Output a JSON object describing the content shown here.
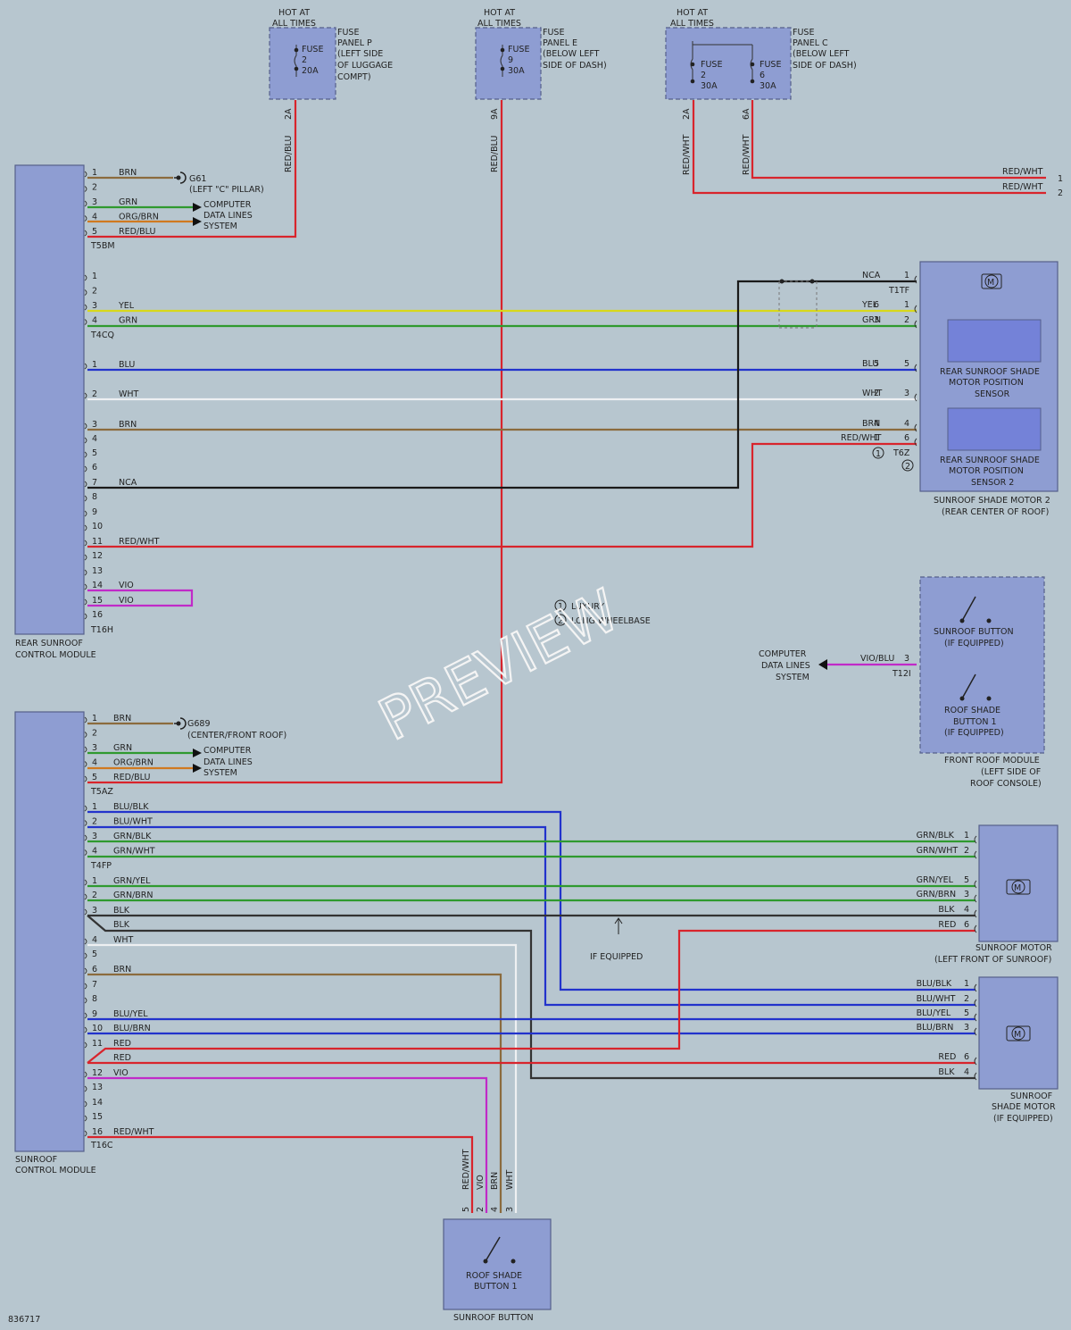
{
  "colors": {
    "background": "#b7c6cf",
    "module_fill": "#8e9dd2",
    "brn": "#8b6b3e",
    "grn": "#2f9a2f",
    "org": "#d07a20",
    "red": "#d8242c",
    "yel": "#d8d81a",
    "blu": "#2233cc",
    "wht": "#eef0f2",
    "blk": "#1a1a1a",
    "vio": "#c02ac8"
  },
  "fuses": {
    "p": {
      "hot": [
        "HOT AT",
        "ALL TIMES"
      ],
      "fuse": [
        "FUSE",
        "2",
        "20A"
      ],
      "panel": [
        "FUSE",
        "PANEL P",
        "(LEFT SIDE",
        "OF LUGGAGE",
        "COMPT)"
      ],
      "pin": "2A",
      "wire": "RED/BLU"
    },
    "e": {
      "hot": [
        "HOT AT",
        "ALL TIMES"
      ],
      "fuse": [
        "FUSE",
        "9",
        "30A"
      ],
      "panel": [
        "FUSE",
        "PANEL E",
        "(BELOW LEFT",
        "SIDE OF DASH)"
      ],
      "pin": "9A",
      "wire": "RED/BLU"
    },
    "c": {
      "hot": [
        "HOT AT",
        "ALL TIMES"
      ],
      "fuse1": [
        "FUSE",
        "2",
        "30A"
      ],
      "fuse2": [
        "FUSE",
        "6",
        "30A"
      ],
      "panel": [
        "FUSE",
        "PANEL C",
        "(BELOW LEFT",
        "SIDE OF DASH)"
      ],
      "pin1": "2A",
      "pin2": "6A",
      "wire1": "RED/WHT",
      "wire2": "RED/WHT"
    }
  },
  "top_right": {
    "wire1": "RED/WHT",
    "wire2": "RED/WHT",
    "pin1": "1",
    "pin2": "2"
  },
  "rear_module": {
    "name": [
      "REAR SUNROOF",
      "CONTROL MODULE"
    ],
    "connectors": [
      "T5BM",
      "T4CQ",
      "T16H"
    ],
    "t5bm": [
      "BRN",
      "",
      "GRN",
      "ORG/BRN",
      "RED/BLU"
    ],
    "t4cq": [
      "",
      "",
      "YEL",
      "GRN"
    ],
    "t16h": [
      "BLU",
      "WHT",
      "BRN",
      "",
      "",
      "",
      "NCA",
      "",
      "",
      "",
      "RED/WHT",
      "",
      "",
      "VIO",
      "VIO",
      ""
    ],
    "g61": [
      "G61",
      "(LEFT \"C\" PILLAR)"
    ],
    "computer": [
      "COMPUTER",
      "DATA LINES",
      "SYSTEM"
    ]
  },
  "motor2": {
    "name": [
      "SUNROOF SHADE MOTOR 2",
      "(REAR CENTER OF ROOF)"
    ],
    "sensor1": [
      "REAR SUNROOF SHADE",
      "MOTOR POSITION",
      "SENSOR"
    ],
    "sensor2": [
      "REAR SUNROOF SHADE",
      "MOTOR POSITION",
      "SENSOR 2"
    ],
    "motor_symbol": "M",
    "connectors": {
      "t1tf": "T1TF",
      "t6z": "T6Z"
    },
    "wires": [
      {
        "label": "NCA",
        "mid": "",
        "pin": "1"
      },
      {
        "label": "YEL",
        "mid": "6",
        "pin": "1"
      },
      {
        "label": "GRN",
        "mid": "3",
        "pin": "2"
      },
      {
        "label": "BLU",
        "mid": "5",
        "pin": "5"
      },
      {
        "label": "WHT",
        "mid": "2",
        "pin": "3"
      },
      {
        "label": "BRN",
        "mid": "4",
        "pin": "4"
      },
      {
        "label": "RED/WHT",
        "mid": "1",
        "pin": "6"
      }
    ]
  },
  "legend": {
    "items": [
      "LUXURY",
      "LONG WHEELBASE"
    ],
    "markers": [
      "1",
      "2"
    ]
  },
  "front_roof": {
    "name": [
      "FRONT ROOF MODULE",
      "(LEFT SIDE OF",
      "ROOF CONSOLE)"
    ],
    "button1": [
      "SUNROOF BUTTON",
      "(IF EQUIPPED)"
    ],
    "button2": [
      "ROOF SHADE",
      "BUTTON 1",
      "(IF EQUIPPED)"
    ],
    "wire": "VIO/BLU",
    "pin": "3",
    "connector": "T12I",
    "computer": [
      "COMPUTER",
      "DATA LINES",
      "SYSTEM"
    ]
  },
  "sunroof_module": {
    "name": [
      "SUNROOF",
      "CONTROL MODULE"
    ],
    "connectors": [
      "T5AZ",
      "T4FP",
      "T16C"
    ],
    "t5az": [
      "BRN",
      "",
      "GRN",
      "ORG/BRN",
      "RED/BLU"
    ],
    "t4fp": [
      "BLU/BLK",
      "BLU/WHT",
      "GRN/BLK",
      "GRN/WHT"
    ],
    "t16c": [
      "GRN/YEL",
      "GRN/BRN",
      "BLK",
      "WHT",
      "",
      "BRN",
      "",
      "",
      "BLU/YEL",
      "BLU/BRN",
      "RED",
      "VIO",
      "",
      "",
      "",
      "RED/WHT"
    ],
    "t16c_extra": [
      "BLK",
      "RED"
    ],
    "g689": [
      "G689",
      "(CENTER/FRONT ROOF)"
    ],
    "computer": [
      "COMPUTER",
      "DATA LINES",
      "SYSTEM"
    ]
  },
  "if_equipped": "IF EQUIPPED",
  "sunroof_motor": {
    "name": [
      "SUNROOF MOTOR",
      "(LEFT FRONT OF SUNROOF)"
    ],
    "motor_symbol": "M",
    "wires": [
      {
        "label": "GRN/BLK",
        "pin": "1"
      },
      {
        "label": "GRN/WHT",
        "pin": "2"
      },
      {
        "label": "GRN/YEL",
        "pin": "5"
      },
      {
        "label": "GRN/BRN",
        "pin": "3"
      },
      {
        "label": "BLK",
        "pin": "4"
      },
      {
        "label": "RED",
        "pin": "6"
      }
    ]
  },
  "shade_motor": {
    "name": [
      "SUNROOF",
      "SHADE MOTOR",
      "(IF EQUIPPED)"
    ],
    "motor_symbol": "M",
    "wires": [
      {
        "label": "BLU/BLK",
        "pin": "1"
      },
      {
        "label": "BLU/WHT",
        "pin": "2"
      },
      {
        "label": "BLU/YEL",
        "pin": "5"
      },
      {
        "label": "BLU/BRN",
        "pin": "3"
      },
      {
        "label": "RED",
        "pin": "6"
      },
      {
        "label": "BLK",
        "pin": "4"
      }
    ]
  },
  "sunroof_button": {
    "name": "SUNROOF BUTTON",
    "inner": [
      "ROOF SHADE",
      "BUTTON 1"
    ],
    "wires": [
      "RED/WHT",
      "VIO",
      "BRN",
      "WHT"
    ],
    "pins": [
      "5",
      "2",
      "4",
      "3"
    ]
  },
  "figure_id": "836717",
  "watermark": "PREVIEW"
}
